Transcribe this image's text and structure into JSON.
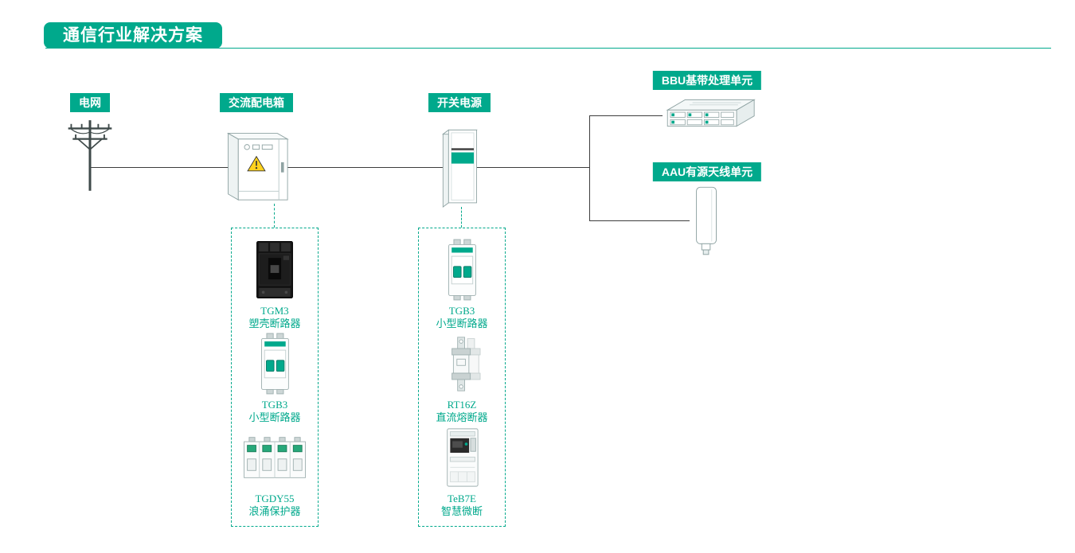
{
  "colors": {
    "accent": "#00A98C",
    "line": "#3d3d3d",
    "warning_yellow": "#FFD21E"
  },
  "title": {
    "text": "通信行业解决方案"
  },
  "nodes": {
    "grid": {
      "label": "电网",
      "icon": "utility-pole-icon"
    },
    "distribution_box": {
      "label": "交流配电箱",
      "icon": "distribution-cabinet-icon"
    },
    "switching_power": {
      "label": "开关电源",
      "icon": "power-cabinet-icon"
    },
    "bbu": {
      "label": "BBU基带处理单元",
      "icon": "bbu-rack-unit-icon"
    },
    "aau": {
      "label": "AAU有源天线单元",
      "icon": "aau-antenna-icon"
    }
  },
  "distribution_products": [
    {
      "model": "TGM3",
      "name": "塑壳断路器",
      "icon": "molded-case-breaker-image"
    },
    {
      "model": "TGB3",
      "name": "小型断路器",
      "icon": "miniature-breaker-image"
    },
    {
      "model": "TGDY55",
      "name": "浪涌保护器",
      "icon": "surge-protector-image"
    }
  ],
  "power_products": [
    {
      "model": "TGB3",
      "name": "小型断路器",
      "icon": "miniature-breaker-image"
    },
    {
      "model": "RT16Z",
      "name": "直流熔断器",
      "icon": "dc-fuse-image"
    },
    {
      "model": "TeB7E",
      "name": "智慧微断",
      "icon": "smart-breaker-image"
    }
  ]
}
